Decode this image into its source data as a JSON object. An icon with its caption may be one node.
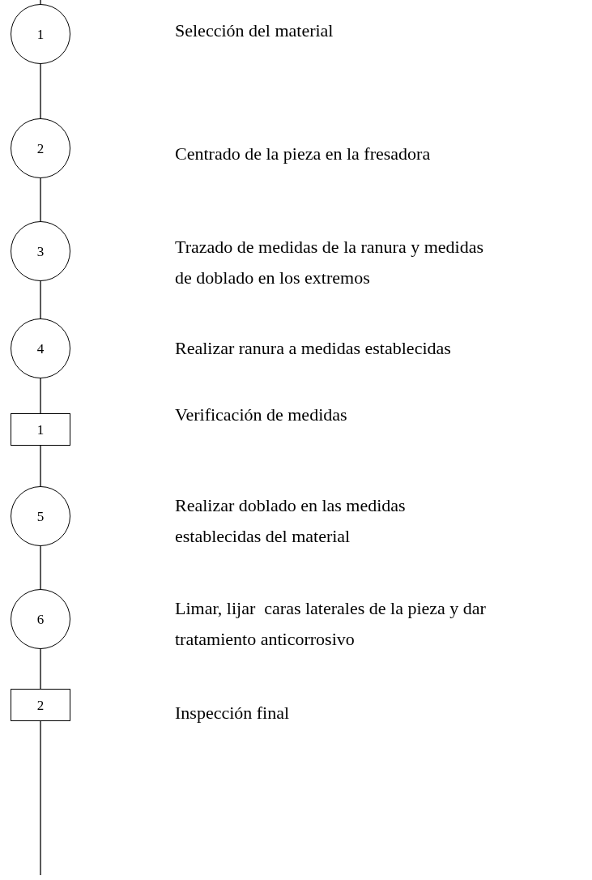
{
  "diagram": {
    "nodes": [
      {
        "text": [
          "1"
        ]
      },
      {
        "text": [
          "2"
        ]
      },
      {
        "text": [
          "3"
        ]
      },
      {
        "text": [
          "4"
        ]
      },
      {
        "text": [
          "1"
        ]
      },
      {
        "text": [
          "5"
        ]
      },
      {
        "text": [
          "6"
        ]
      },
      {
        "text": [
          "2"
        ]
      }
    ],
    "edges": [
      {
        "from": null,
        "to": 0,
        "arrow": "none"
      },
      {
        "from": 0,
        "to": 1,
        "arrow": "none"
      },
      {
        "from": 1,
        "to": 2,
        "arrow": "none"
      },
      {
        "from": 2,
        "to": 3,
        "arrow": "none"
      },
      {
        "from": 3,
        "to": 4,
        "arrow": "none"
      },
      {
        "from": 4,
        "to": 5,
        "arrow": "none"
      },
      {
        "from": 5,
        "to": 6,
        "arrow": "none"
      },
      {
        "from": 6,
        "to": 7,
        "arrow": "none"
      },
      {
        "from": 7,
        "to": null,
        "arrow": "none"
      }
    ],
    "labels": [
      "Selección del material",
      "Centrado de la pieza en la fresadora",
      "Trazado de medidas de la ranura y medidas de doblado en los extremos",
      "Realizar ranura a medidas establecidas",
      "Verificación de medidas",
      "Realizar doblado en las medidas establecidas del material",
      "Limar, lijar  caras laterales de la pieza y dar tratamiento anticorrosivo",
      "Inspección final"
    ]
  }
}
